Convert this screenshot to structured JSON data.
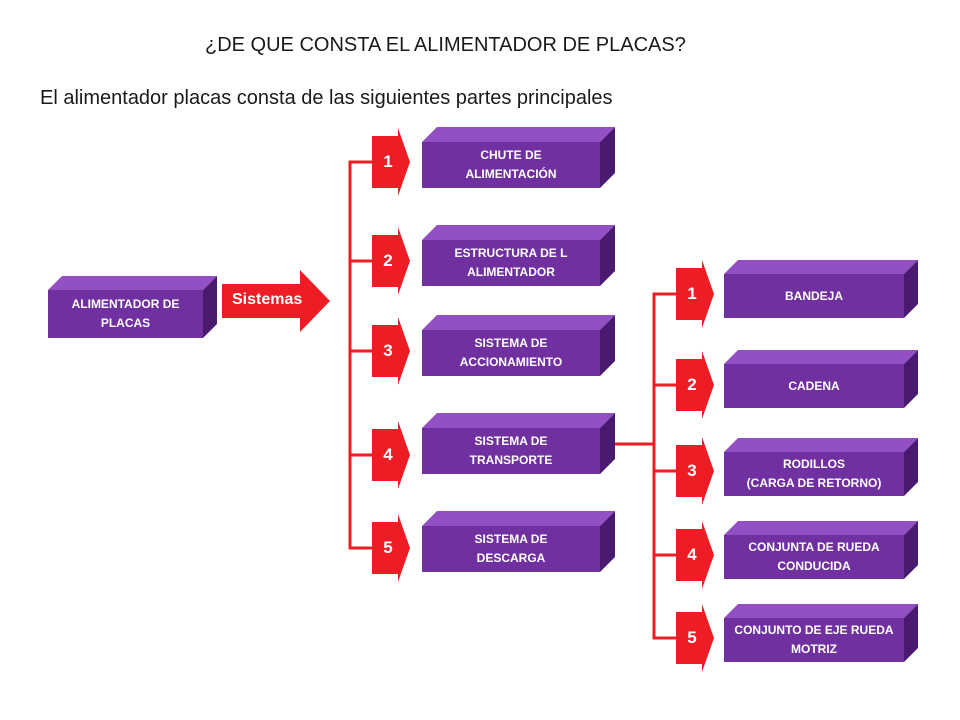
{
  "title": "¿DE QUE CONSTA EL ALIMENTADOR DE PLACAS?",
  "subtitle": "El alimentador placas consta de las siguientes partes principales",
  "colors": {
    "box_front": "#7030a0",
    "box_top": "#9350c4",
    "box_side": "#4a1a70",
    "arrow": "#ee1c24",
    "connector": "#ee1c24"
  },
  "root": {
    "label": "ALIMENTADOR DE\nPLACAS"
  },
  "systems_arrow_label": "Sistemas",
  "systems": [
    {
      "number": "1",
      "label": "CHUTE DE\nALIMENTACIÓN"
    },
    {
      "number": "2",
      "label": "ESTRUCTURA DE L\nALIMENTADOR"
    },
    {
      "number": "3",
      "label": "SISTEMA DE\nACCIONAMIENTO"
    },
    {
      "number": "4",
      "label": "SISTEMA DE\nTRANSPORTE"
    },
    {
      "number": "5",
      "label": "SISTEMA DE\nDESCARGA"
    }
  ],
  "transport_parts": [
    {
      "number": "1",
      "label": "BANDEJA"
    },
    {
      "number": "2",
      "label": "CADENA"
    },
    {
      "number": "3",
      "label": "RODILLOS\n(CARGA DE RETORNO)"
    },
    {
      "number": "4",
      "label": "CONJUNTA DE RUEDA\nCONDUCIDA"
    },
    {
      "number": "5",
      "label": "CONJUNTO DE EJE RUEDA\nMOTRIZ"
    }
  ]
}
